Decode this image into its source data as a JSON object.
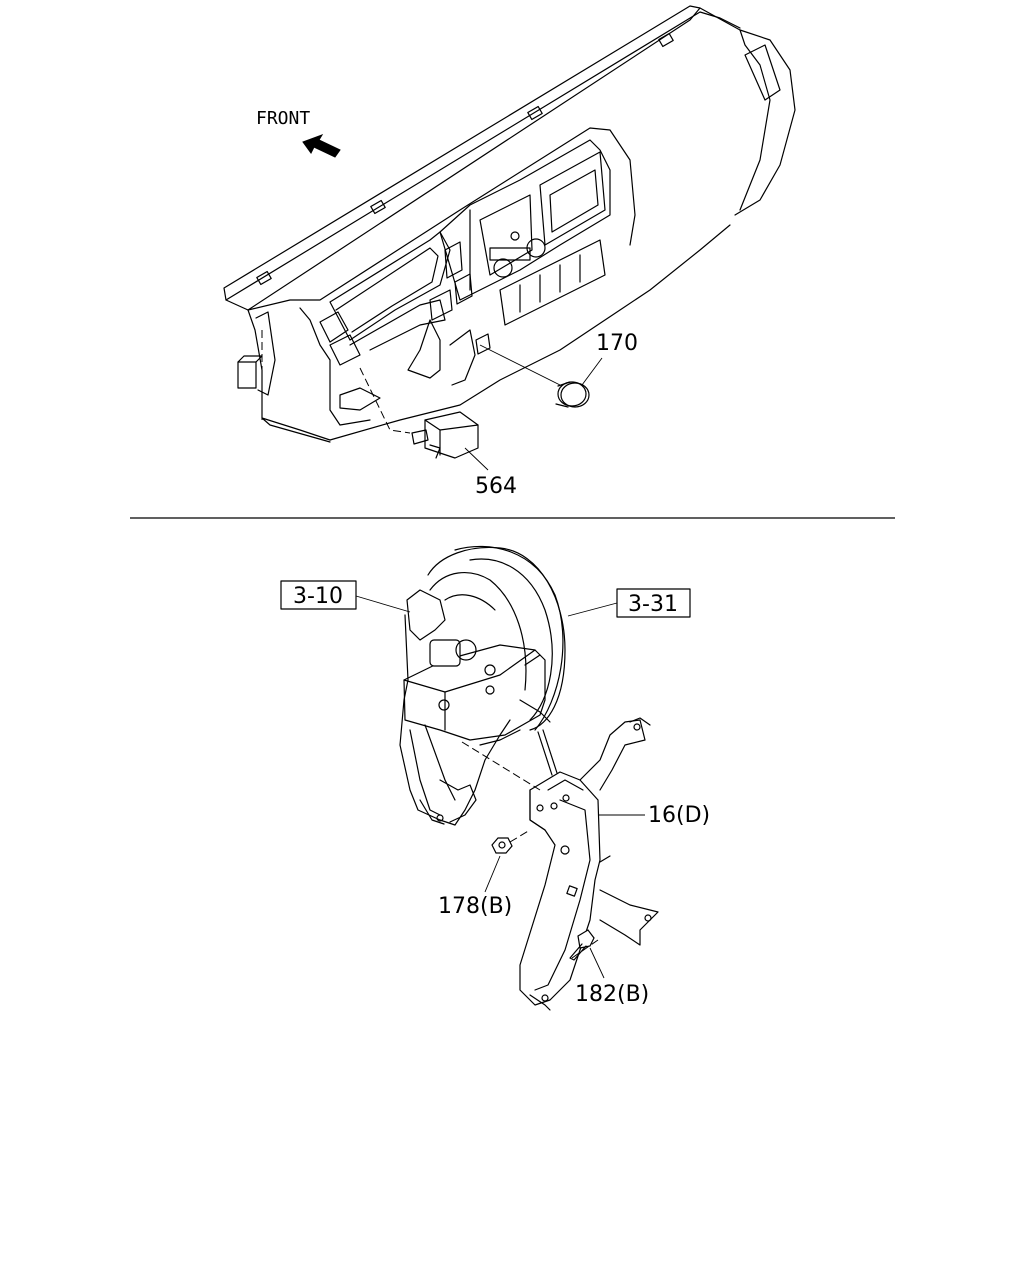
{
  "upper_view": {
    "direction_label": "FRONT",
    "callouts": [
      {
        "id": "170",
        "text": "170"
      },
      {
        "id": "564",
        "text": "564"
      }
    ]
  },
  "lower_view": {
    "references": [
      {
        "id": "3-10",
        "text": "3-10"
      },
      {
        "id": "3-31",
        "text": "3-31"
      }
    ],
    "callouts": [
      {
        "id": "16D",
        "text": "16(D)"
      },
      {
        "id": "178B",
        "text": "178(B)"
      },
      {
        "id": "182B",
        "text": "182(B)"
      }
    ]
  },
  "icons": {
    "front_arrow": "arrow-icon"
  }
}
